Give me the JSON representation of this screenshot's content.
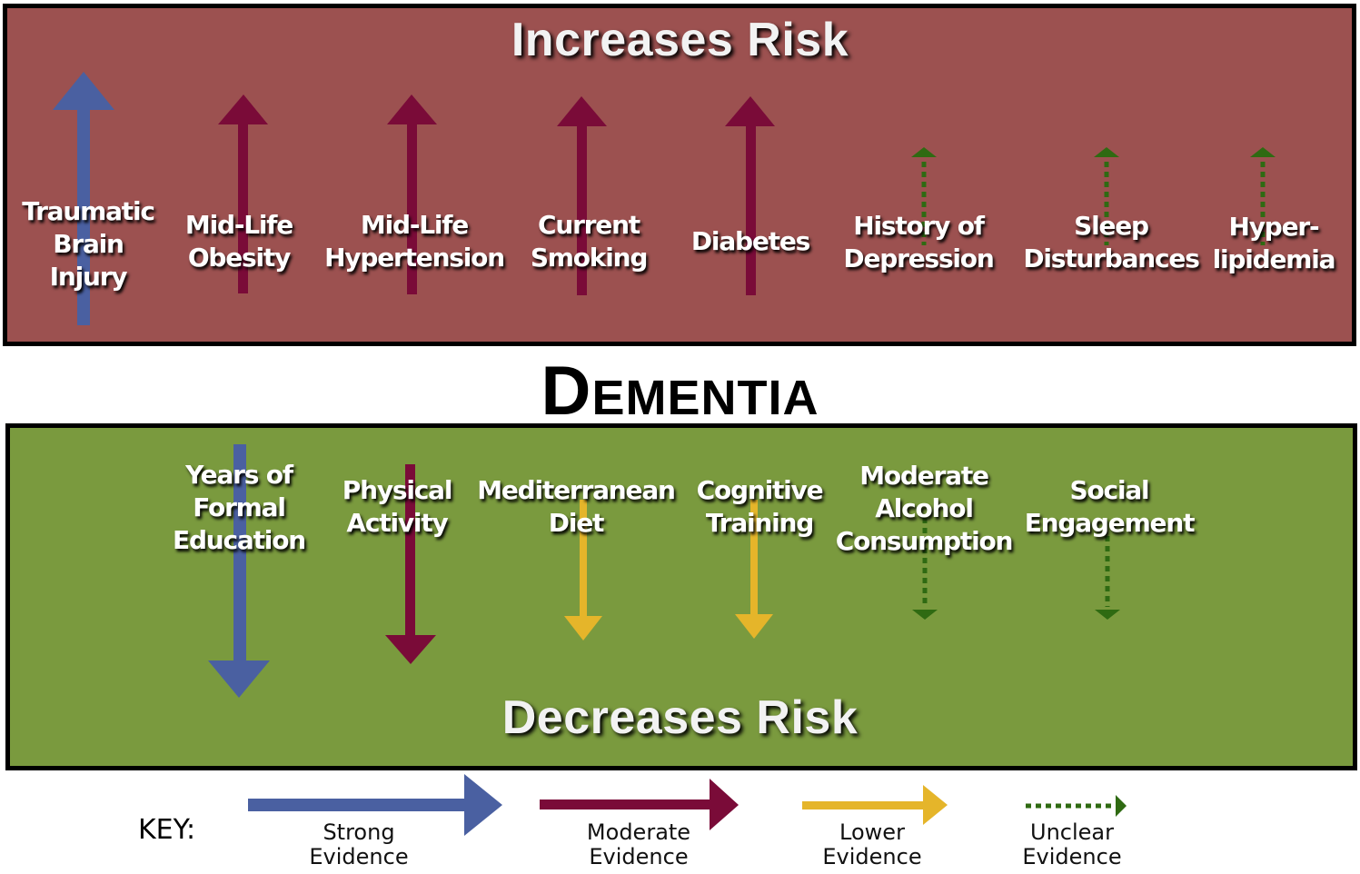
{
  "title": "Dementia",
  "title_first_letter": "D",
  "title_rest": "EMENTIA",
  "increase_panel": {
    "heading": "Increases Risk",
    "background": "#9c5150",
    "factors": [
      {
        "line1": "Traumatic",
        "line2": "Brain",
        "line3": "Injury",
        "evidence": "strong"
      },
      {
        "line1": "Mid-Life",
        "line2": "Obesity",
        "evidence": "moderate"
      },
      {
        "line1": "Mid-Life",
        "line2": "Hypertension",
        "evidence": "moderate"
      },
      {
        "line1": "Current",
        "line2": "Smoking",
        "evidence": "moderate"
      },
      {
        "line1": "Diabetes",
        "evidence": "moderate"
      },
      {
        "line1": "History of",
        "line2": "Depression",
        "evidence": "unclear"
      },
      {
        "line1": "Sleep",
        "line2": "Disturbances",
        "evidence": "unclear"
      },
      {
        "line1": "Hyper-",
        "line2": "lipidemia",
        "evidence": "unclear"
      }
    ]
  },
  "decrease_panel": {
    "heading": "Decreases Risk",
    "background": "#7a9a3e",
    "factors": [
      {
        "line1": "Years of",
        "line2": "Formal",
        "line3": "Education",
        "evidence": "strong"
      },
      {
        "line1": "Physical",
        "line2": "Activity",
        "evidence": "moderate"
      },
      {
        "line1": "Mediterranean",
        "line2": "Diet",
        "evidence": "lower"
      },
      {
        "line1": "Cognitive",
        "line2": "Training",
        "evidence": "lower"
      },
      {
        "line1": "Moderate",
        "line2": "Alcohol",
        "line3": "Consumption",
        "evidence": "unclear"
      },
      {
        "line1": "Social",
        "line2": "Engagement",
        "evidence": "unclear"
      }
    ]
  },
  "key": {
    "label": "KEY:",
    "items": [
      {
        "id": "strong",
        "line1": "Strong",
        "line2": "Evidence",
        "color": "#4a60a1",
        "style": "solid-thick"
      },
      {
        "id": "moderate",
        "line1": "Moderate",
        "line2": "Evidence",
        "color": "#7a0b38",
        "style": "solid-medium"
      },
      {
        "id": "lower",
        "line1": "Lower",
        "line2": "Evidence",
        "color": "#e5b52a",
        "style": "solid-thin"
      },
      {
        "id": "unclear",
        "line1": "Unclear",
        "line2": "Evidence",
        "color": "#2f6a12",
        "style": "dotted"
      }
    ]
  },
  "colors": {
    "strong": "#4a60a1",
    "moderate": "#7a0b38",
    "lower": "#e5b52a",
    "unclear": "#2f6a12",
    "border": "#000000"
  }
}
